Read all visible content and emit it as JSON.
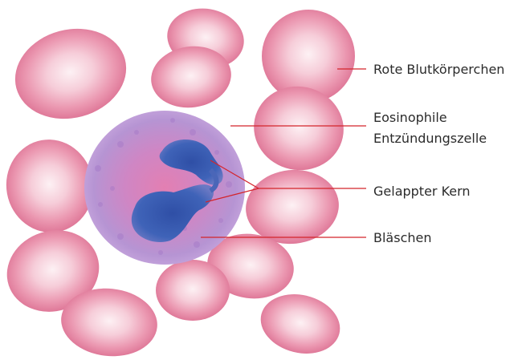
{
  "labels": {
    "red_blood_cells": "Rote Blutkörperchen",
    "eosinophil_line1": "Eosinophile",
    "eosinophil_line2": "Entzündungszelle",
    "lobed_nucleus": "Gelappter Kern",
    "vesicles": "Bläschen"
  },
  "colors": {
    "rbc_rim": "#e07a9b",
    "rbc_center": "#fbe3ea",
    "eosinophil_cytoplasm": "#b98bd0",
    "nucleus": "#3f5fb3",
    "leader_line": "#d4242b",
    "label_text": "#2b2b2b"
  }
}
